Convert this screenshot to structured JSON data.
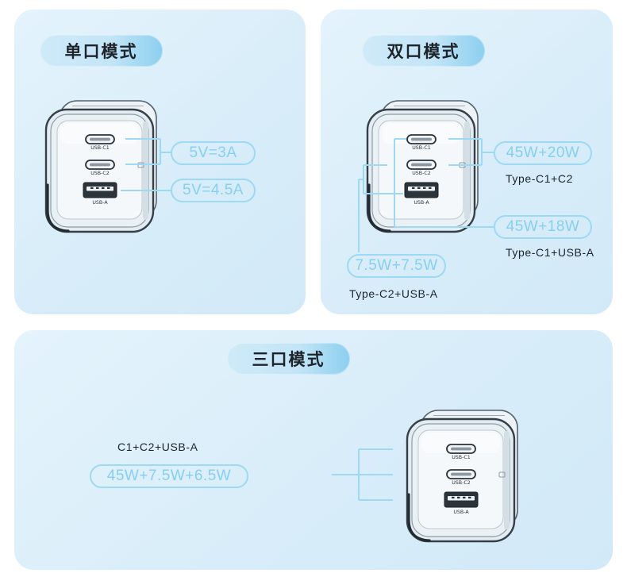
{
  "theme": {
    "panel_bg": "#d8edf9",
    "accent": "#86cff1",
    "accent_line": "#9dd8f4",
    "title_pill_start": "#cfeaf8",
    "title_pill_end": "#8ccfef",
    "text_dark": "#1d232a"
  },
  "charger": {
    "port_labels": [
      "USB-C1",
      "USB-C2",
      "USB-A"
    ]
  },
  "single_port_mode": {
    "title": "单口模式",
    "outputs": [
      "5V=3A",
      "5V=4.5A"
    ]
  },
  "dual_port_mode": {
    "title": "双口模式",
    "combos": [
      {
        "value": "45W+20W",
        "label": "Type-C1+C2"
      },
      {
        "value": "45W+18W",
        "label": "Type-C1+USB-A"
      },
      {
        "value": "7.5W+7.5W",
        "label": "Type-C2+USB-A"
      }
    ]
  },
  "triple_port_mode": {
    "title": "三口模式",
    "combos": [
      {
        "value": "45W+7.5W+6.5W",
        "label": "C1+C2+USB-A"
      }
    ]
  }
}
